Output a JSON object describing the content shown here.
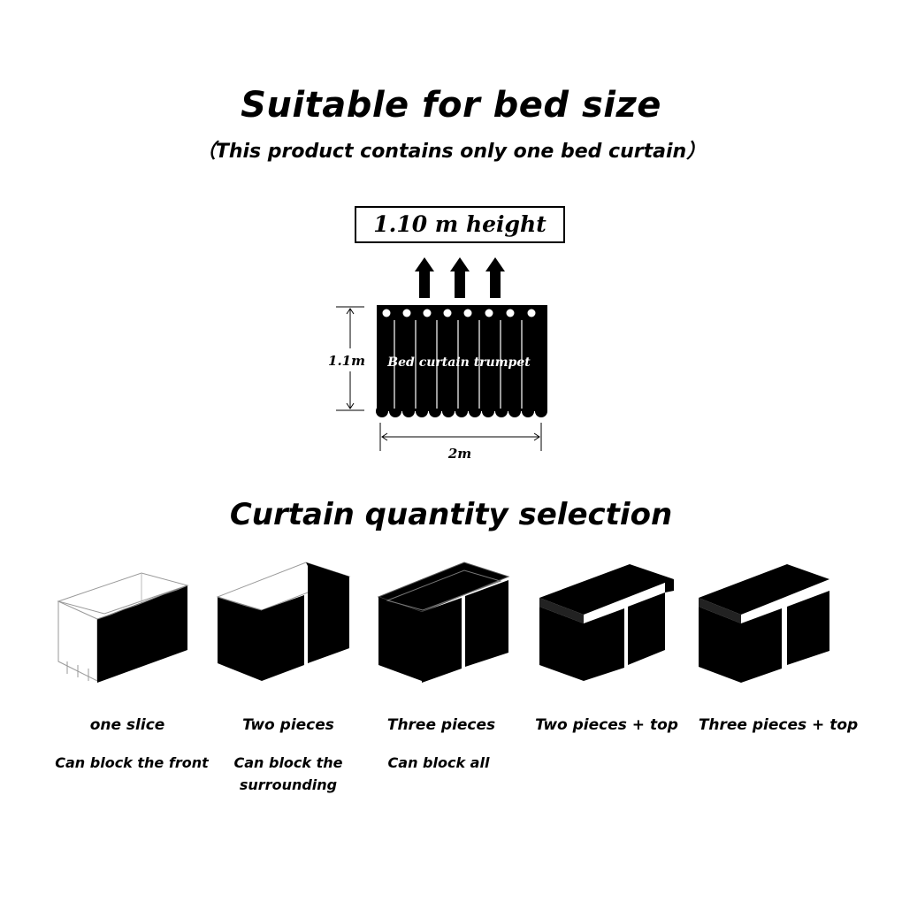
{
  "header": {
    "title": "Suitable for bed size",
    "subtitle": "（This product contains only one bed curtain）"
  },
  "size_diagram": {
    "height_label": "1.10 m height",
    "side_dimension": "1.1m",
    "curtain_text": "Bed curtain trumpet",
    "width_dimension": "2m"
  },
  "selection": {
    "title": "Curtain quantity selection",
    "options": [
      {
        "label": "one slice",
        "description": "Can block the front"
      },
      {
        "label": "Two pieces",
        "description": "Can block the surrounding"
      },
      {
        "label": "Three pieces",
        "description": "Can block all"
      },
      {
        "label": "Two pieces + top",
        "description": ""
      },
      {
        "label": "Three pieces + top",
        "description": ""
      }
    ]
  }
}
